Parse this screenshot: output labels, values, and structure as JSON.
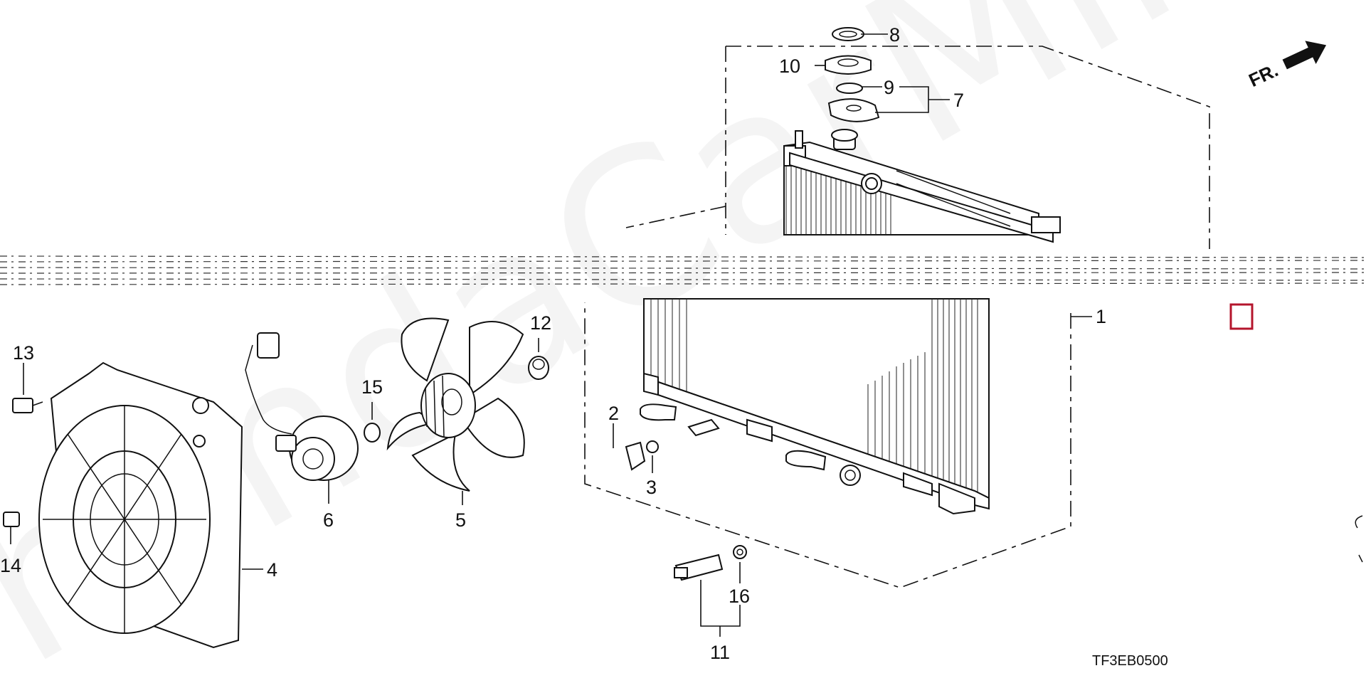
{
  "diagram": {
    "callouts": [
      {
        "id": "p1",
        "label": "1"
      },
      {
        "id": "p2",
        "label": "2"
      },
      {
        "id": "p3",
        "label": "3"
      },
      {
        "id": "p4",
        "label": "4"
      },
      {
        "id": "p5",
        "label": "5"
      },
      {
        "id": "p6",
        "label": "6"
      },
      {
        "id": "p7",
        "label": "7"
      },
      {
        "id": "p8",
        "label": "8"
      },
      {
        "id": "p9",
        "label": "9"
      },
      {
        "id": "p10",
        "label": "10"
      },
      {
        "id": "p11",
        "label": "11"
      },
      {
        "id": "p12",
        "label": "12"
      },
      {
        "id": "p13",
        "label": "13"
      },
      {
        "id": "p14",
        "label": "14"
      },
      {
        "id": "p15",
        "label": "15"
      },
      {
        "id": "p16",
        "label": "16"
      }
    ],
    "direction_label": "FR.",
    "reference_code": "TF3EB0500",
    "watermark": "hondaCarMine.ru"
  }
}
